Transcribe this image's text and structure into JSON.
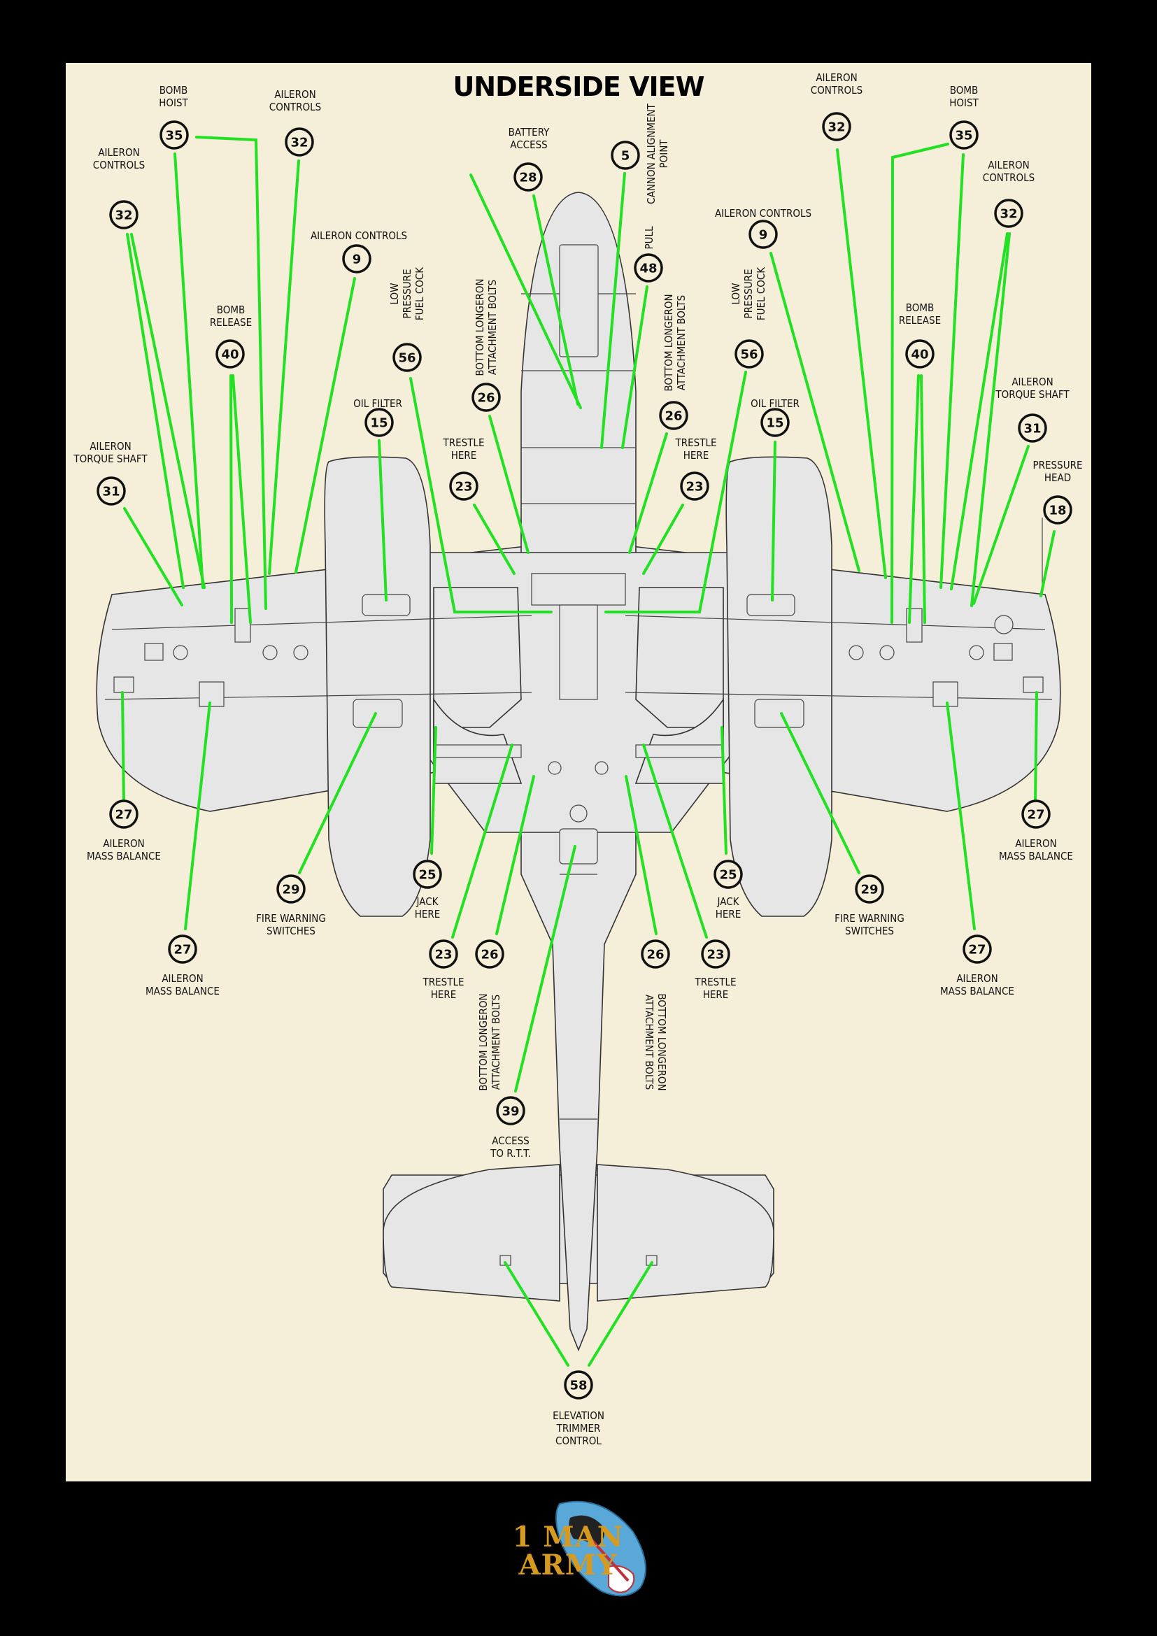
{
  "title": "UNDERSIDE VIEW",
  "brand": {
    "line1": "1 MAN",
    "line2": "ARMY",
    "logo": "eagle-parachute-logo"
  },
  "colors": {
    "leader": "#22e022",
    "poster": "#f5eed8",
    "frame": "#000000",
    "airframe": "#e6e6e6"
  },
  "callouts": [
    {
      "id": "c35L",
      "number": "35",
      "label": [
        "BOMB",
        "HOIST"
      ]
    },
    {
      "id": "c32La",
      "number": "32",
      "label": [
        "AILERON",
        "CONTROLS"
      ]
    },
    {
      "id": "c32Lb",
      "number": "32",
      "label": [
        "AILERON",
        "CONTROLS"
      ]
    },
    {
      "id": "c9L",
      "number": "9",
      "label": [
        "AILERON CONTROLS"
      ]
    },
    {
      "id": "c40L",
      "number": "40",
      "label": [
        "BOMB",
        "RELEASE"
      ]
    },
    {
      "id": "c56L",
      "number": "56",
      "label": [
        "LOW",
        "PRESSURE",
        "FUEL COCK"
      ]
    },
    {
      "id": "c15L",
      "number": "15",
      "label": [
        "OIL FILTER"
      ]
    },
    {
      "id": "c31L",
      "number": "31",
      "label": [
        "AILERON",
        "TORQUE SHAFT"
      ]
    },
    {
      "id": "c28",
      "number": "28",
      "label": [
        "BATTERY",
        "ACCESS"
      ]
    },
    {
      "id": "c5",
      "number": "5",
      "label": [
        "CANNON ALIGNMENT",
        "POINT"
      ]
    },
    {
      "id": "c48",
      "number": "48",
      "label": [
        "PULL"
      ]
    },
    {
      "id": "c26La",
      "number": "26",
      "label": [
        "BOTTOM LONGERON",
        "ATTACHMENT BOLTS"
      ]
    },
    {
      "id": "c26Ra",
      "number": "26",
      "label": [
        "BOTTOM LONGERON",
        "ATTACHMENT BOLTS"
      ]
    },
    {
      "id": "c23La",
      "number": "23",
      "label": [
        "TRESTLE",
        "HERE"
      ]
    },
    {
      "id": "c23Ra",
      "number": "23",
      "label": [
        "TRESTLE",
        "HERE"
      ]
    },
    {
      "id": "c32Ra",
      "number": "32",
      "label": [
        "AILERON",
        "CONTROLS"
      ]
    },
    {
      "id": "c35R",
      "number": "35",
      "label": [
        "BOMB",
        "HOIST"
      ]
    },
    {
      "id": "c32Rb",
      "number": "32",
      "label": [
        "AILERON",
        "CONTROLS"
      ]
    },
    {
      "id": "c9R",
      "number": "9",
      "label": [
        "AILERON CONTROLS"
      ]
    },
    {
      "id": "c56R",
      "number": "56",
      "label": [
        "LOW",
        "PRESSURE",
        "FUEL COCK"
      ]
    },
    {
      "id": "c40R",
      "number": "40",
      "label": [
        "BOMB",
        "RELEASE"
      ]
    },
    {
      "id": "c15R",
      "number": "15",
      "label": [
        "OIL FILTER"
      ]
    },
    {
      "id": "c31R",
      "number": "31",
      "label": [
        "AILERON",
        "TORQUE SHAFT"
      ]
    },
    {
      "id": "c18",
      "number": "18",
      "label": [
        "PRESSURE",
        "HEAD"
      ]
    },
    {
      "id": "c27La",
      "number": "27",
      "label": [
        "AILERON",
        "MASS BALANCE"
      ]
    },
    {
      "id": "c27Lb",
      "number": "27",
      "label": [
        "AILERON",
        "MASS BALANCE"
      ]
    },
    {
      "id": "c29L",
      "number": "29",
      "label": [
        "FIRE WARNING",
        "SWITCHES"
      ]
    },
    {
      "id": "c25L",
      "number": "25",
      "label": [
        "JACK",
        "HERE"
      ]
    },
    {
      "id": "c23Lb",
      "number": "23",
      "label": [
        "TRESTLE",
        "HERE"
      ]
    },
    {
      "id": "c26Lb",
      "number": "26",
      "label": [
        "BOTTOM LONGERON",
        "ATTACHMENT BOLTS"
      ]
    },
    {
      "id": "c26Rb",
      "number": "26",
      "label": [
        "BOTTOM LONGERON",
        "ATTACHMENT BOLTS"
      ]
    },
    {
      "id": "c23Rb",
      "number": "23",
      "label": [
        "TRESTLE",
        "HERE"
      ]
    },
    {
      "id": "c25R",
      "number": "25",
      "label": [
        "JACK",
        "HERE"
      ]
    },
    {
      "id": "c29R",
      "number": "29",
      "label": [
        "FIRE WARNING",
        "SWITCHES"
      ]
    },
    {
      "id": "c27Ra",
      "number": "27",
      "label": [
        "AILERON",
        "MASS BALANCE"
      ]
    },
    {
      "id": "c27Rb",
      "number": "27",
      "label": [
        "AILERON",
        "MASS BALANCE"
      ]
    },
    {
      "id": "c39",
      "number": "39",
      "label": [
        "ACCESS",
        "TO R.T.T."
      ]
    },
    {
      "id": "c58",
      "number": "58",
      "label": [
        "ELEVATION",
        "TRIMMER",
        "CONTROL"
      ]
    }
  ]
}
